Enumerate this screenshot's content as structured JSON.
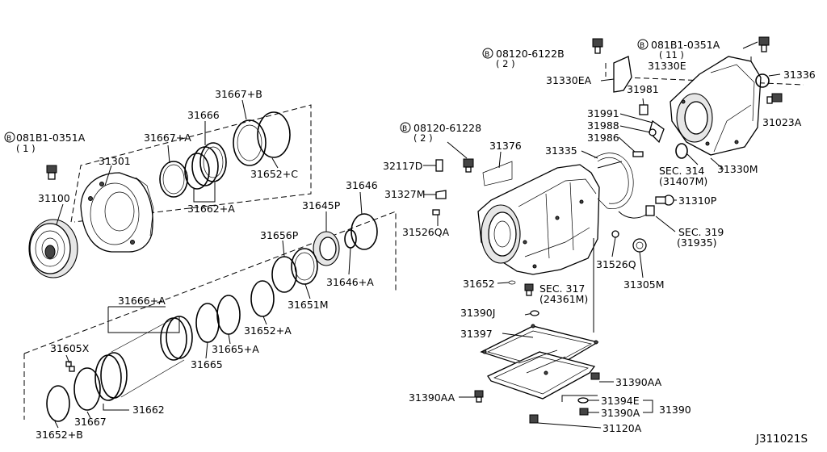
{
  "diagram_id": "J311021S",
  "labels": {
    "p31100": "31100",
    "p31301": "31301",
    "bolt_left": "081B1-0351A",
    "bolt_left_qty": "( 1 )",
    "p31667b": "31667+B",
    "p31666": "31666",
    "p31667a": "31667+A",
    "p31652c": "31652+C",
    "p31662a": "31662+A",
    "p31646": "31646",
    "p31645p": "31645P",
    "p31656p": "31656P",
    "p31646a": "31646+A",
    "p31651m": "31651M",
    "p31652a": "31652+A",
    "p31666a": "31666+A",
    "p31665a": "31665+A",
    "p31665": "31665",
    "p31605x": "31605X",
    "p31662": "31662",
    "p31667": "31667",
    "p31652b": "31652+B",
    "bolt_mid": "08120-61228",
    "bolt_mid_qty": "( 2 )",
    "p32117d": "32117D",
    "p31327m": "31327M",
    "p31526qa": "31526QA",
    "p31376": "31376",
    "p31335": "31335",
    "bolt_top": "08120-6122B",
    "bolt_top_qty": "( 2 )",
    "bolt_right": "081B1-0351A",
    "bolt_right_qty": "( 11 )",
    "p31330e": "31330E",
    "p31336": "31336",
    "p31330ea": "31330EA",
    "p31981": "31981",
    "p31991": "31991",
    "p31988": "31988",
    "p31986": "31986",
    "p31023a": "31023A",
    "sec314": "SEC. 314",
    "sec314_ref": "(31407M)",
    "p31330m": "31330M",
    "p31310p": "31310P",
    "sec319": "SEC. 319",
    "sec319_ref": "(31935)",
    "p31526q": "31526Q",
    "p31305m": "31305M",
    "p31652": "31652",
    "sec317": "SEC. 317",
    "sec317_ref": "(24361M)",
    "p31390j": "31390J",
    "p31397": "31397",
    "p31390aa_r": "31390AA",
    "p31390aa_l": "31390AA",
    "p31394e": "31394E",
    "p31390a": "31390A",
    "p31390": "31390",
    "p31120a": "31120A",
    "b_mark": "B"
  }
}
